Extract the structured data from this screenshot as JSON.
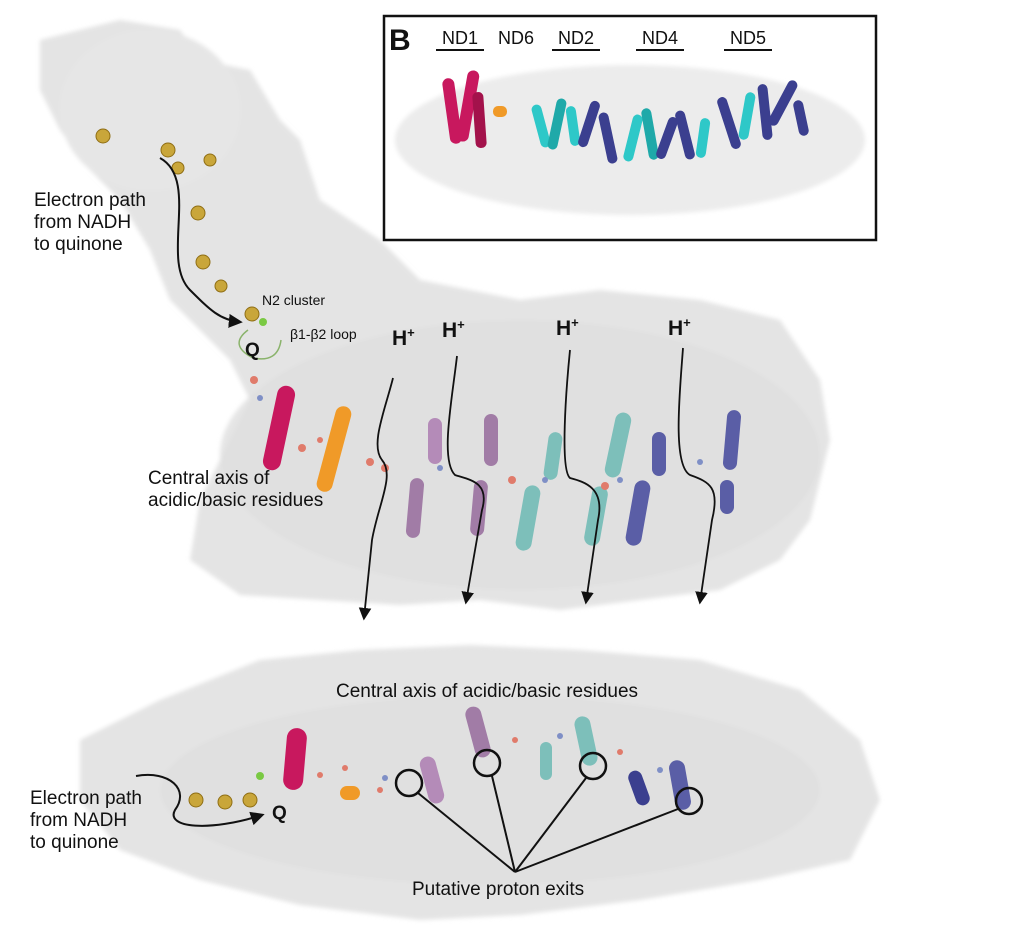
{
  "inset": {
    "panel_label": "B",
    "subunits": [
      "ND1",
      "ND6",
      "ND2",
      "ND4",
      "ND5"
    ]
  },
  "top_view": {
    "electron_path_label": "Electron path\nfrom NADH\nto quinone",
    "n2_cluster_label": "N2 cluster",
    "loop_label": "β1-β2 loop",
    "q_label": "Q",
    "proton_base": "H",
    "proton_charge": "+",
    "central_axis_label": "Central axis of\nacidic/basic residues"
  },
  "bottom_view": {
    "central_axis_label": "Central axis of acidic/basic residues",
    "electron_path_label": "Electron path\nfrom NADH\nto quinone",
    "q_label": "Q",
    "proton_exits_label": "Putative proton exits"
  },
  "colors": {
    "nd1": "#c8185e",
    "nd6": "#f09a28",
    "nd2": "#b48bb8",
    "nd4": "#7dbfba",
    "nd5": "#5a5ea6",
    "inset_nd2": "#2ec8c8",
    "inset_nd4_nd5": "#3b3f8f",
    "protein_surface": "#e2e2e2",
    "fes_cluster": "#c9a63a",
    "arrow": "#111111"
  }
}
